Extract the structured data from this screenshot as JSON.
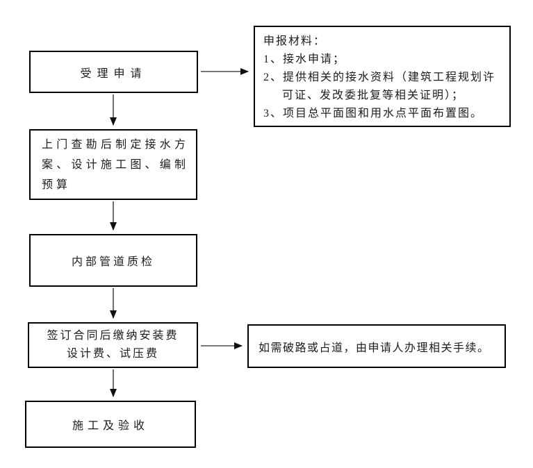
{
  "colors": {
    "box_border": "#000000",
    "text": "#1c1c1c",
    "arrow_shaft": "#4a4a4a",
    "arrow_head": "#101010",
    "background": "#ffffff"
  },
  "flowchart": {
    "steps": [
      {
        "label": "受理申请"
      },
      {
        "label": "上门查勘后制定接水方案、设计施工图、编制预算"
      },
      {
        "label": "内部管道质检"
      },
      {
        "label_line1": "签订合同后缴纳安装费",
        "label_line2": "设计费、试压费"
      },
      {
        "label": "施工及验收"
      }
    ],
    "side_notes": [
      {
        "title": "申报材料：",
        "items": [
          "1、接水申请；",
          "2、提供相关的接水资料（建筑工程规划许可证、发改委批复等相关证明）；",
          "3、项目总平面图和用水点平面布置图。"
        ]
      },
      {
        "text": "如需破路或占道，由申请人办理相关手续。"
      }
    ]
  }
}
